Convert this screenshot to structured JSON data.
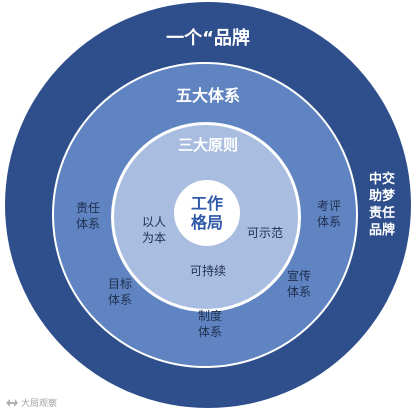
{
  "outer": {
    "title": "一个“品牌",
    "side": "中交\n助梦\n责任\n品牌"
  },
  "five": {
    "title": "五大体系",
    "items": [
      "责任\n体系",
      "目标\n体系",
      "制度\n体系",
      "宣传\n体系",
      "考评\n体系"
    ]
  },
  "three": {
    "title": "三大原则",
    "items": [
      "以人\n为本",
      "可持续",
      "可示范"
    ]
  },
  "core": {
    "label": "工作\n格局"
  },
  "colors": {
    "outer": "#2e4f8c",
    "second": "#5f84c1",
    "third": "#a9bde0",
    "core_text": "#2f58a8"
  },
  "watermark": {
    "icon": "app-logo-icon",
    "text": "大局观察"
  }
}
